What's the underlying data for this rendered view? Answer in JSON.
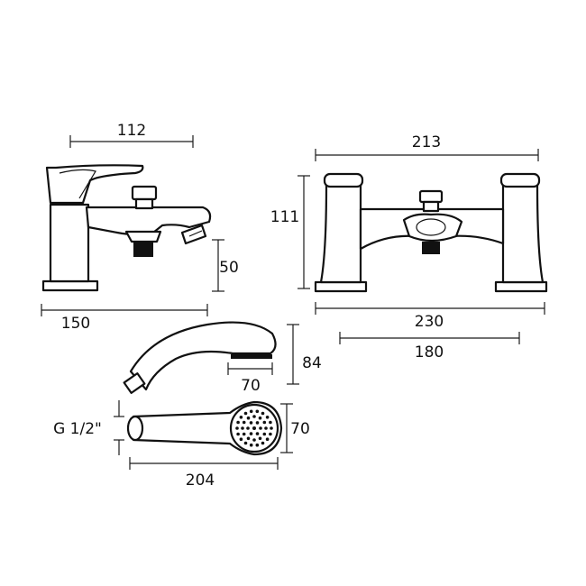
{
  "dimensions": {
    "side_top_width": "112",
    "side_base_width": "150",
    "side_spout_height": "50",
    "front_overall_width": "213",
    "front_height": "111",
    "front_base_width": "230",
    "front_centres": "180",
    "handset_height": "84",
    "handset_head_depth": "70",
    "handset_length": "204",
    "handset_head_diameter": "70",
    "thread_size": "G 1/2\""
  },
  "colors": {
    "line": "#111111",
    "background": "#ffffff"
  }
}
